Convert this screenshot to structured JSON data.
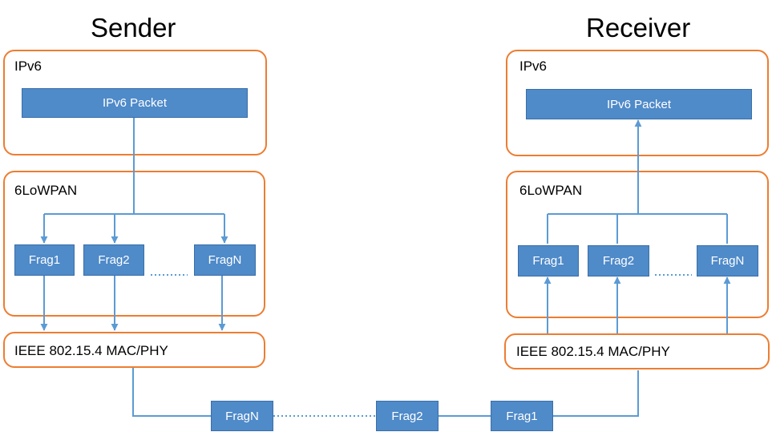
{
  "sender": {
    "title": "Sender",
    "ipv6": {
      "label": "IPv6",
      "packet": "IPv6 Packet"
    },
    "lowpan": {
      "label": "6LoWPAN",
      "frags": [
        "Frag1",
        "Frag2",
        "FragN"
      ]
    },
    "mac": {
      "label": "IEEE 802.15.4 MAC/PHY"
    }
  },
  "receiver": {
    "title": "Receiver",
    "ipv6": {
      "label": "IPv6",
      "packet": "IPv6 Packet"
    },
    "lowpan": {
      "label": "6LoWPAN",
      "frags": [
        "Frag1",
        "Frag2",
        "FragN"
      ]
    },
    "mac": {
      "label": "IEEE 802.15.4 MAC/PHY"
    }
  },
  "channel": {
    "frags": [
      "FragN",
      "Frag2",
      "Frag1"
    ]
  },
  "colors": {
    "layer_border": "#ed7d31",
    "block_fill": "#4f8ac9",
    "wire": "#5b9bd5"
  }
}
